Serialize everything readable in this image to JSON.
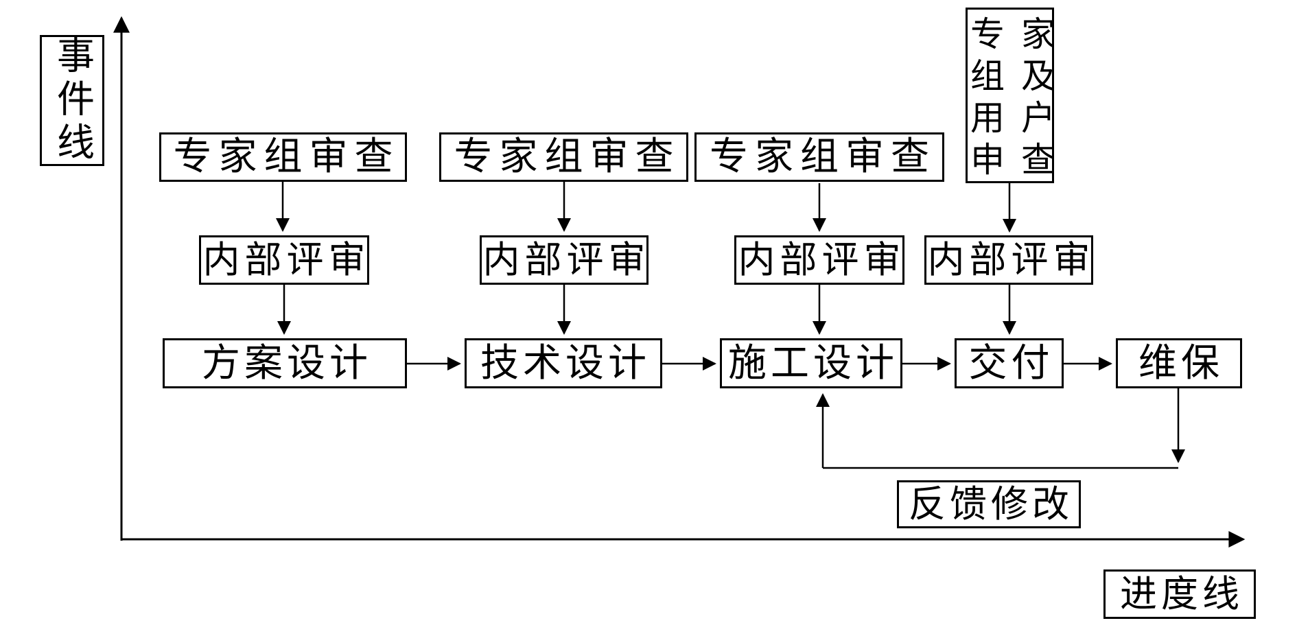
{
  "diagram": {
    "axes": {
      "y_label": "事件线",
      "x_label": "进度线"
    },
    "expert_reviews": [
      "专家组审查",
      "专家组审查",
      "专家组审查"
    ],
    "expert_user_review_lines": [
      "专家",
      "组及",
      "用户",
      "申查"
    ],
    "internal_reviews": [
      "内部评审",
      "内部评审",
      "内部评审",
      "内部评审"
    ],
    "stages": [
      "方案设计",
      "技术设计",
      "施工设计",
      "交付",
      "维保"
    ],
    "feedback_label": "反馈修改",
    "colors": {
      "line": "#000000",
      "background": "#ffffff"
    }
  }
}
